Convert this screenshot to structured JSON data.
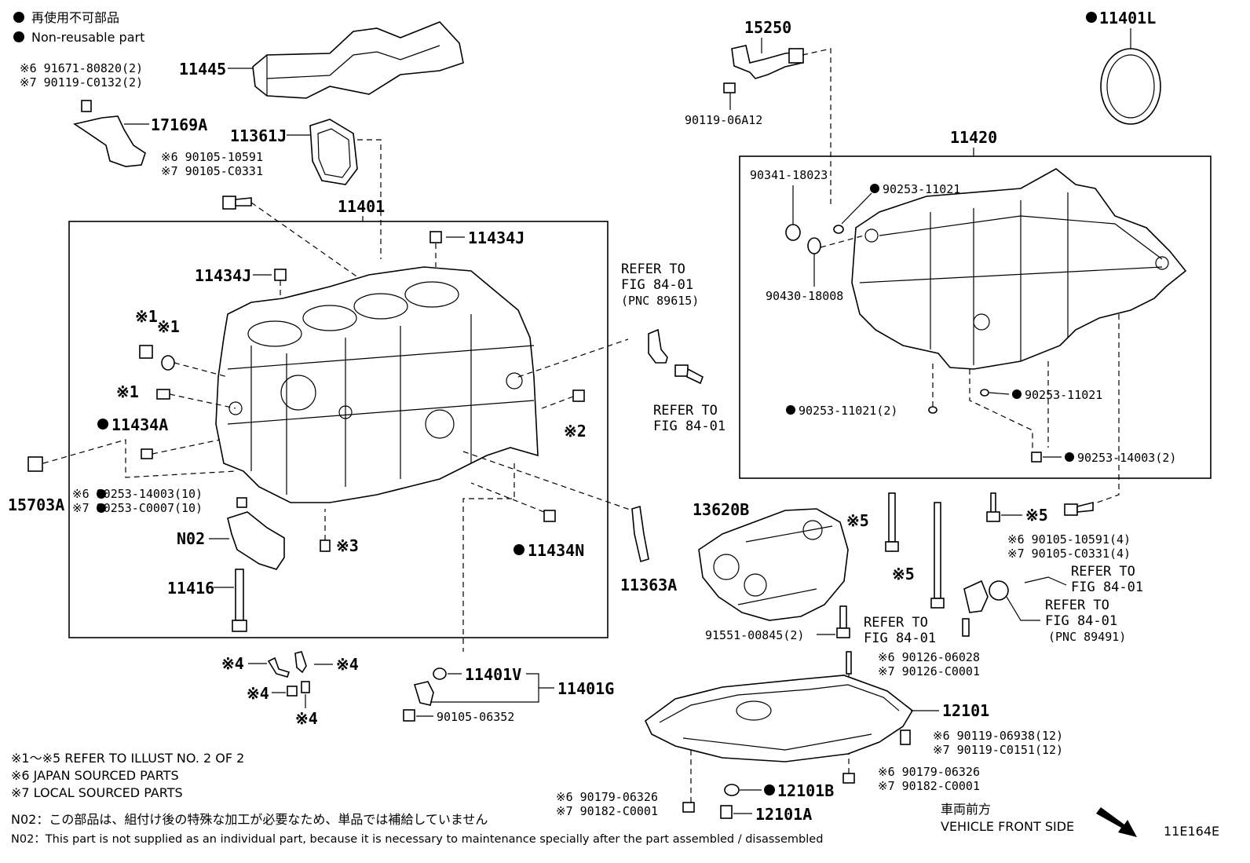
{
  "legend": {
    "jp": "再使用不可部品",
    "en": "Non-reusable part"
  },
  "labels": {
    "p11445": "11445",
    "p17169A": "17169A",
    "p91671_1": "※6 91671-80820(2)",
    "p91671_2": "※7 90119-C0132(2)",
    "p11361J": "11361J",
    "p90105_a1": "※6 90105-10591",
    "p90105_a2": "※7 90105-C0331",
    "p11401": "11401",
    "p11434J_a": "11434J",
    "p11434J_b": "11434J",
    "p11434A": "11434A",
    "p15703A": "15703A",
    "p90253_14003_10": "※6 90253-14003(10)",
    "p90253_C0007": "※7 90253-C0007(10)",
    "pN02": "N02",
    "p11416": "11416",
    "p11434N": "11434N",
    "pRef1": "※1",
    "pRef1b": "※1",
    "pRef1c": "※1",
    "pRef2": "※2",
    "pRef3": "※3",
    "refer1_l1": "REFER TO",
    "refer1_l2": "FIG 84-01",
    "refer1_l3": "(PNC 89615)",
    "refer2_l1": "REFER TO",
    "refer2_l2": "FIG 84-01",
    "p11363A": "11363A",
    "p15250": "15250",
    "p90119_06A12": "90119-06A12",
    "p11401L": "11401L",
    "p11420": "11420",
    "p90341": "90341-18023",
    "p90253_11021_a": "90253-11021",
    "p90430": "90430-18008",
    "p90253_11021_b": "90253-11021",
    "p90253_11021_c": "90253-11021(2)",
    "p90253_14003_2": "90253-14003(2)",
    "p13620B": "13620B",
    "pRef5a": "※5",
    "pRef5b": "※5",
    "pRef5c": "※5",
    "p90105_b1": "※6 90105-10591(4)",
    "p90105_b2": "※7 90105-C0331(4)",
    "refer3_l1": "REFER TO",
    "refer3_l2": "FIG 84-01",
    "refer4_l1": "REFER TO",
    "refer4_l2": "FIG 84-01",
    "refer4_l3": "(PNC 89491)",
    "refer5_l1": "REFER TO",
    "refer5_l2": "FIG 84-01",
    "p91551": "91551-00845(2)",
    "p90126_1": "※6 90126-06028",
    "p90126_2": "※7 90126-C0001",
    "p12101": "12101",
    "p90119_b1": "※6 90119-06938(12)",
    "p90119_b2": "※7 90119-C0151(12)",
    "p90179_a1": "※6 90179-06326",
    "p90179_a2": "※7 90182-C0001",
    "p12101B": "12101B",
    "p90179_b1": "※6 90179-06326",
    "p90179_b2": "※7 90182-C0001",
    "p12101A": "12101A",
    "p11401V": "11401V",
    "p11401G": "11401G",
    "p90105_06352": "90105-06352",
    "pRef4a": "※4",
    "pRef4b": "※4",
    "pRef4c": "※4",
    "pRef4d": "※4"
  },
  "notes": {
    "n1": "※1～※5  REFER TO ILLUST NO. 2 OF 2",
    "n2": "※6  JAPAN SOURCED PARTS",
    "n3": "※7  LOCAL SOURCED PARTS",
    "n4": "N02：この部品は、組付け後の特殊な加工が必要なため、単品では補給していません",
    "n5": "N02：This part is not supplied as an individual part, because it is necessary to maintenance specially after the part assembled / disassembled"
  },
  "direction": {
    "jp": "車両前方",
    "en": "VEHICLE FRONT SIDE"
  },
  "figure_code": "11E164E"
}
